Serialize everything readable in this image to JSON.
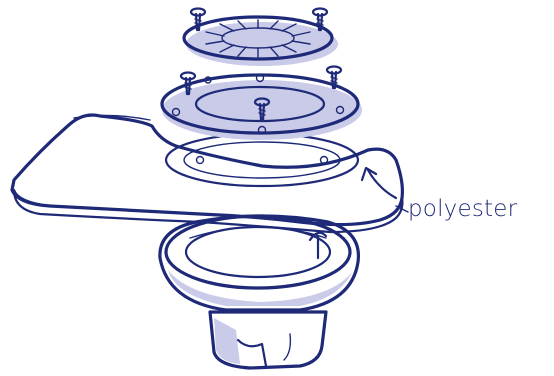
{
  "diagram": {
    "callout_label": "polyester",
    "colors": {
      "ink": "#1e2a78",
      "fill_light": "#ffffff",
      "fill_shade": "#c9cbe8",
      "fill_mid": "#b4b7df"
    },
    "parts": [
      "cover-plate-with-louvers",
      "mounting-ring",
      "screws",
      "polyester-membrane",
      "drain-base-body"
    ]
  }
}
